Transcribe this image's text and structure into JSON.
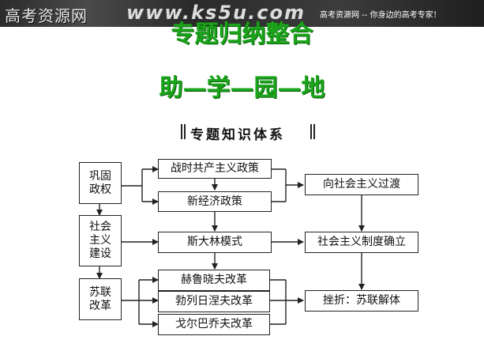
{
  "banner": {
    "logo_text": "高考资源网",
    "url_text": "www.ks5u.com",
    "slogan": "高考资源网 -- 你身边的高考专家！"
  },
  "title": "专题归纳整合",
  "subtitle": "助—学—园—地",
  "section_header": "专题知识体系",
  "diagram": {
    "left": {
      "consolidate": "巩固\n政权",
      "socialist_construction": "社会\n主义\n建设",
      "soviet_reform": "苏联\n改革"
    },
    "middle": {
      "war_communism": "战时共产主义政策",
      "nep": "新经济政策",
      "stalin_model": "斯大林模式",
      "khrushchev": "赫鲁晓夫改革",
      "brezhnev": "勃列日涅夫改革",
      "gorbachev": "戈尔巴乔夫改革"
    },
    "right": {
      "transition": "向社会主义过渡",
      "system_established": "社会主义制度确立",
      "setback": "挫折：苏联解体"
    }
  },
  "colors": {
    "title_green": "#1aa51a",
    "banner_dark": "#2b2b2b"
  }
}
